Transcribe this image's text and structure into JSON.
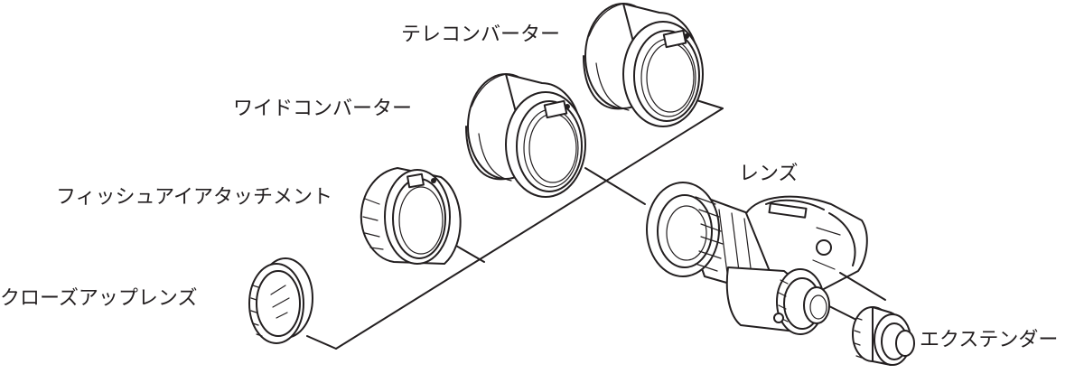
{
  "labels": {
    "teleconverter": "テレコンバーター",
    "wide_converter": "ワイドコンバーター",
    "fisheye_attachment": "フィッシュアイアタッチメント",
    "closeup_lens": "クローズアップレンズ",
    "lens": "レンズ",
    "extender": "エクステンダー"
  }
}
